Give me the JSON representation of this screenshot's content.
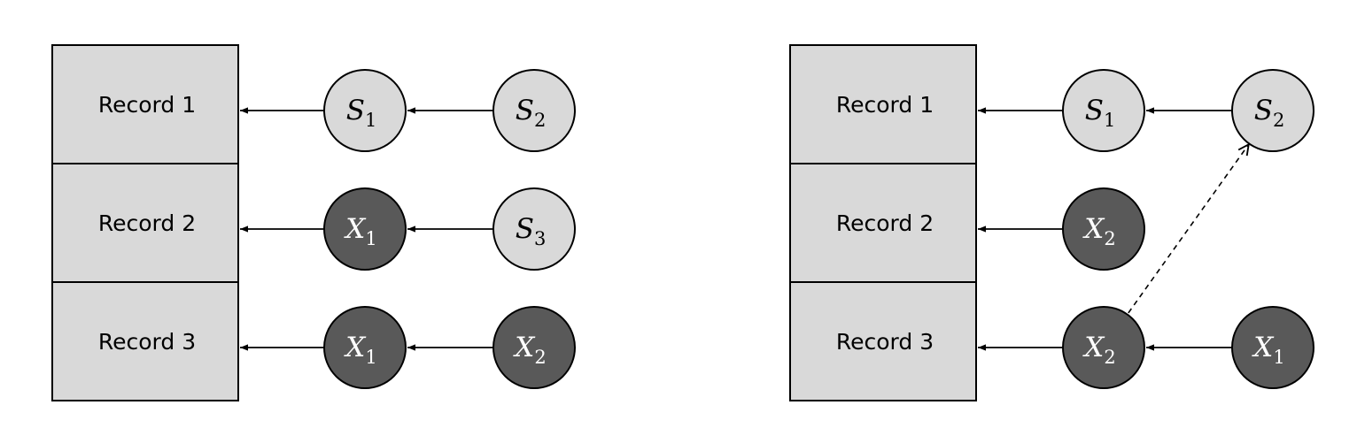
{
  "panels": [
    {
      "id": "left",
      "records": [
        "Record 1",
        "Record 2",
        "Record 3"
      ],
      "rows": [
        [
          {
            "letter": "S",
            "sub": "1",
            "kind": "light"
          },
          {
            "letter": "S",
            "sub": "2",
            "kind": "light"
          }
        ],
        [
          {
            "letter": "X",
            "sub": "1",
            "kind": "dark"
          },
          {
            "letter": "S",
            "sub": "3",
            "kind": "light"
          }
        ],
        [
          {
            "letter": "X",
            "sub": "1",
            "kind": "dark"
          },
          {
            "letter": "X",
            "sub": "2",
            "kind": "dark"
          }
        ]
      ],
      "dashed_links": []
    },
    {
      "id": "right",
      "records": [
        "Record 1",
        "Record 2",
        "Record 3"
      ],
      "rows": [
        [
          {
            "letter": "S",
            "sub": "1",
            "kind": "light"
          },
          {
            "letter": "S",
            "sub": "2",
            "kind": "light"
          }
        ],
        [
          {
            "letter": "X",
            "sub": "2",
            "kind": "dark"
          }
        ],
        [
          {
            "letter": "X",
            "sub": "2",
            "kind": "dark"
          },
          {
            "letter": "X",
            "sub": "1",
            "kind": "dark"
          }
        ]
      ],
      "dashed_links": [
        {
          "from": [
            2,
            0
          ],
          "to": [
            0,
            1
          ]
        }
      ]
    }
  ],
  "colors": {
    "record_fill": "#d9d9d9",
    "light_node_fill": "#d9d9d9",
    "dark_node_fill": "#595959",
    "light_node_text": "#000000",
    "dark_node_text": "#ffffff",
    "stroke": "#000000"
  }
}
